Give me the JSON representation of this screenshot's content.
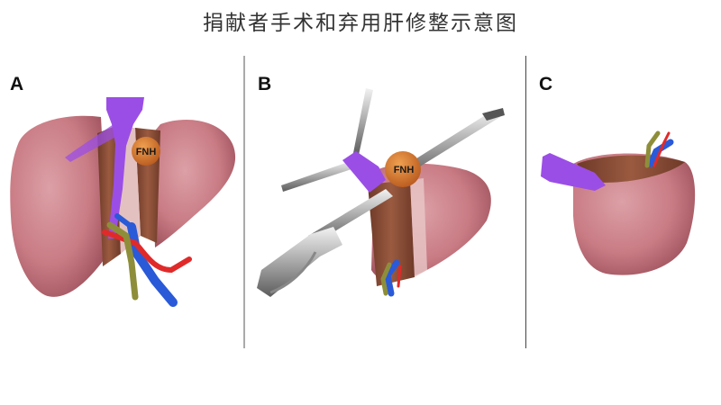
{
  "title": "捐献者手术和弃用肝修整示意图",
  "panels": {
    "a": {
      "label": "A",
      "mass_label": "FNH"
    },
    "b": {
      "label": "B",
      "mass_label": "FNH"
    },
    "c": {
      "label": "C"
    }
  },
  "colors": {
    "liver": "#c97b84",
    "liver_dark": "#9b4f5a",
    "cut_surface": "#8a4a36",
    "hepatic_vein": "#9b4ee6",
    "portal_vein": "#2a5ad8",
    "hepatic_artery": "#e02a2a",
    "bile_duct": "#8e8e3a",
    "fnh_nodule": "#d9772a",
    "divider_a_b": "#aaaaaa",
    "divider_b_c": "#444444"
  }
}
